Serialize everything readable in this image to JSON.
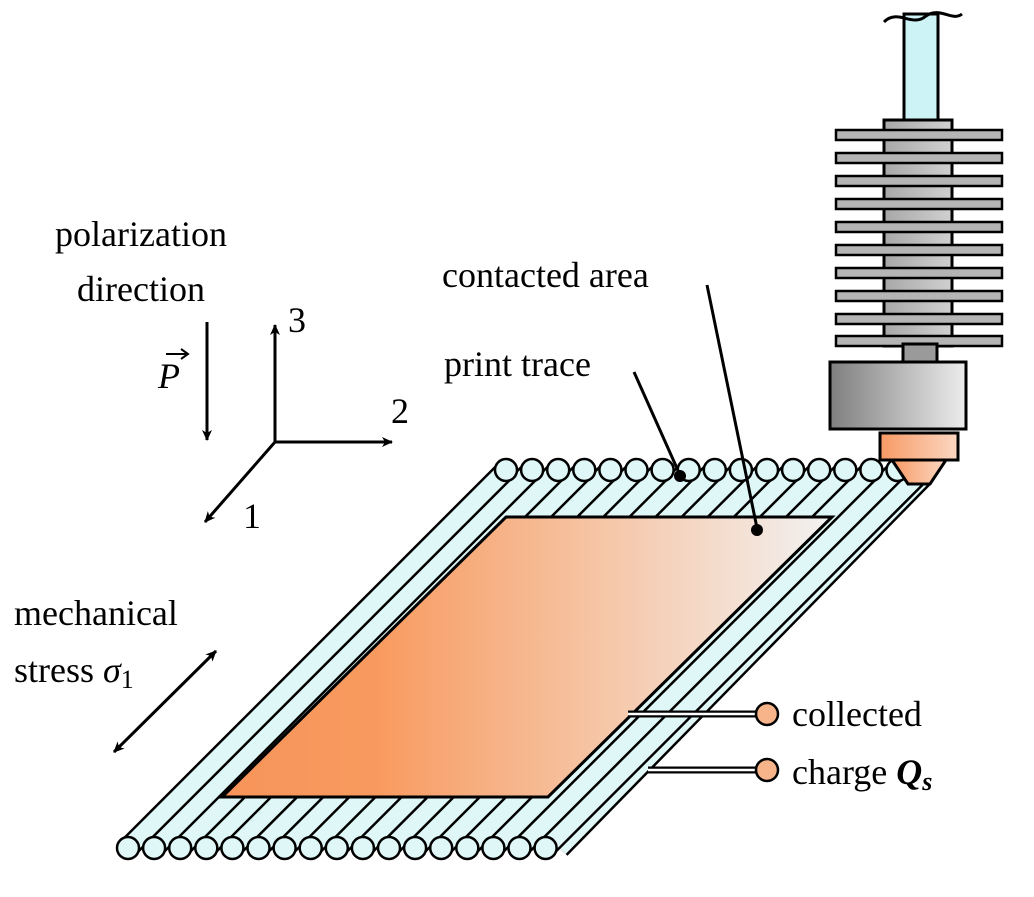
{
  "labels": {
    "polarization_line1": "polarization",
    "polarization_line2": "direction",
    "polarization_symbol": "P",
    "axis_1": "1",
    "axis_2": "2",
    "axis_3": "3",
    "mechanical_line1": "mechanical",
    "mechanical_line2": "stress ",
    "stress_symbol": "σ",
    "stress_subscript": "1",
    "contacted_area": "contacted area",
    "print_trace": "print trace",
    "collected": "collected",
    "charge": "charge ",
    "charge_symbol": "Q",
    "charge_subscript": "s"
  },
  "colors": {
    "filament_fill": "#dff7f7",
    "outline": "#000000",
    "electrode_start": "#f7945a",
    "electrode_end": "#f2f2f2",
    "terminal": "#f7b48a",
    "nozzle_tube": "#cdf3f6",
    "heatsink_gray": "#b5b5b5",
    "heater_block_dark": "#8a8a8a",
    "heater_block_light": "#e8e8e8",
    "nozzle_tip": "#f7a77a"
  }
}
